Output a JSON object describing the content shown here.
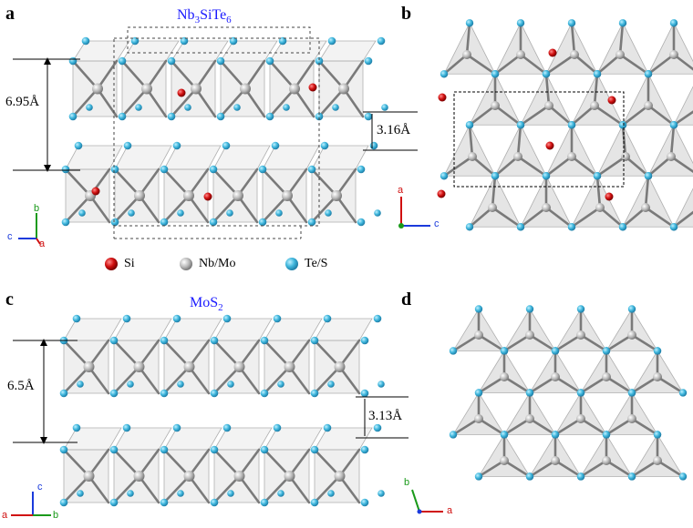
{
  "panels": {
    "a": {
      "letter": "a",
      "title_base": "Nb",
      "title_sub1": "3",
      "title_mid": "SiTe",
      "title_sub2": "6",
      "height_label": "6.95Å",
      "gap_label": "3.16Å",
      "axes": {
        "up": "b",
        "left": "c",
        "out": "a"
      }
    },
    "b": {
      "letter": "b",
      "axes": {
        "up": "a",
        "right": "c"
      }
    },
    "c": {
      "letter": "c",
      "title_base": "MoS",
      "title_sub": "2",
      "height_label": "6.5Å",
      "gap_label": "3.13Å",
      "axes": {
        "up": "c",
        "left": "a",
        "right": "b"
      }
    },
    "d": {
      "letter": "d",
      "axes": {
        "up": "b",
        "right": "a"
      }
    }
  },
  "legend": [
    {
      "label": "Si",
      "color": "#cc1111"
    },
    {
      "label": "Nb/Mo",
      "color": "#a8a8a8"
    },
    {
      "label": "Te/S",
      "color": "#3fb6dc"
    }
  ],
  "colors": {
    "chalcogen": "#3fb6dc",
    "metal": "#b0b0b0",
    "silicon": "#cc1111",
    "bond": "#777777",
    "polyhedron": "#d8d8d8",
    "title": "#1a1aff"
  }
}
